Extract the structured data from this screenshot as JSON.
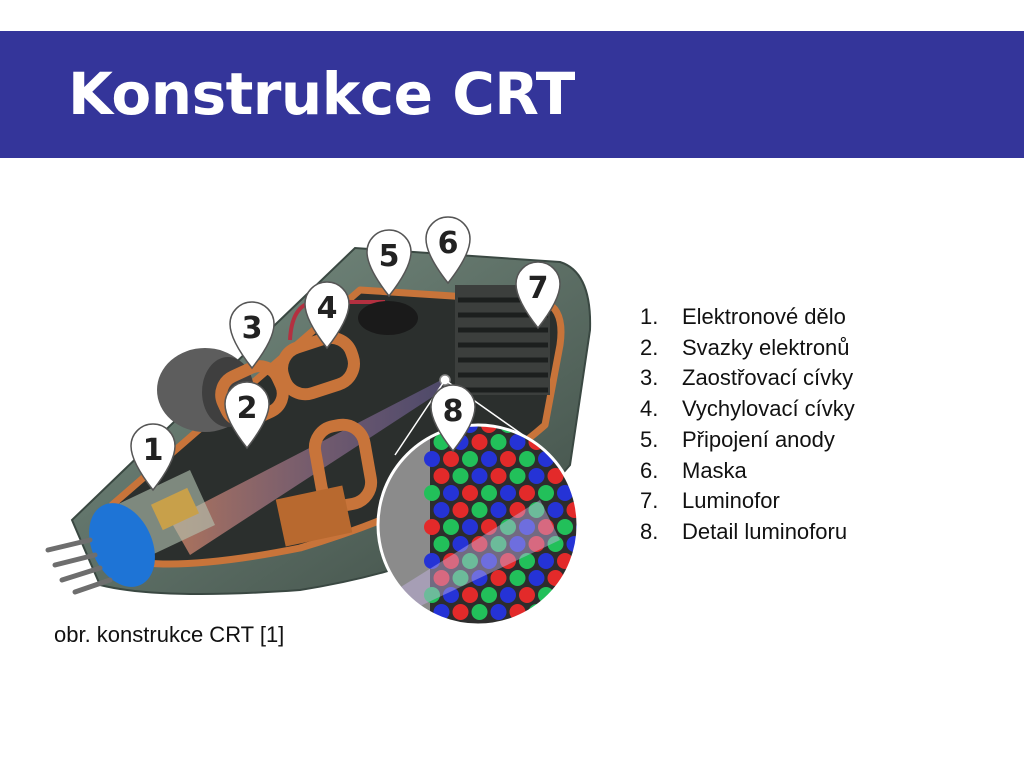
{
  "slide": {
    "title": "Konstrukce CRT",
    "caption": "obr. konstrukce CRT  [1]"
  },
  "colors": {
    "header": "#34359a",
    "title_text": "#ffffff",
    "copper": "#c8743a",
    "shell": "#5b7066",
    "pin": "#6e6e6e",
    "phosphor_red": "#e32a2a",
    "phosphor_green": "#22c05a",
    "phosphor_blue": "#2533d6"
  },
  "figure": {
    "markers": [
      "1",
      "2",
      "3",
      "4",
      "5",
      "6",
      "7",
      "8"
    ]
  },
  "legend": {
    "items": [
      {
        "num": "1.",
        "label": "Elektronové dělo"
      },
      {
        "num": "2.",
        "label": "Svazky elektronů"
      },
      {
        "num": "3.",
        "label": "Zaostřovací cívky"
      },
      {
        "num": "4.",
        "label": "Vychylovací cívky"
      },
      {
        "num": "5.",
        "label": "Připojení anody"
      },
      {
        "num": "6.",
        "label": "Maska"
      },
      {
        "num": "7.",
        "label": "Luminofor"
      },
      {
        "num": "8.",
        "label": "Detail luminoforu"
      }
    ]
  }
}
